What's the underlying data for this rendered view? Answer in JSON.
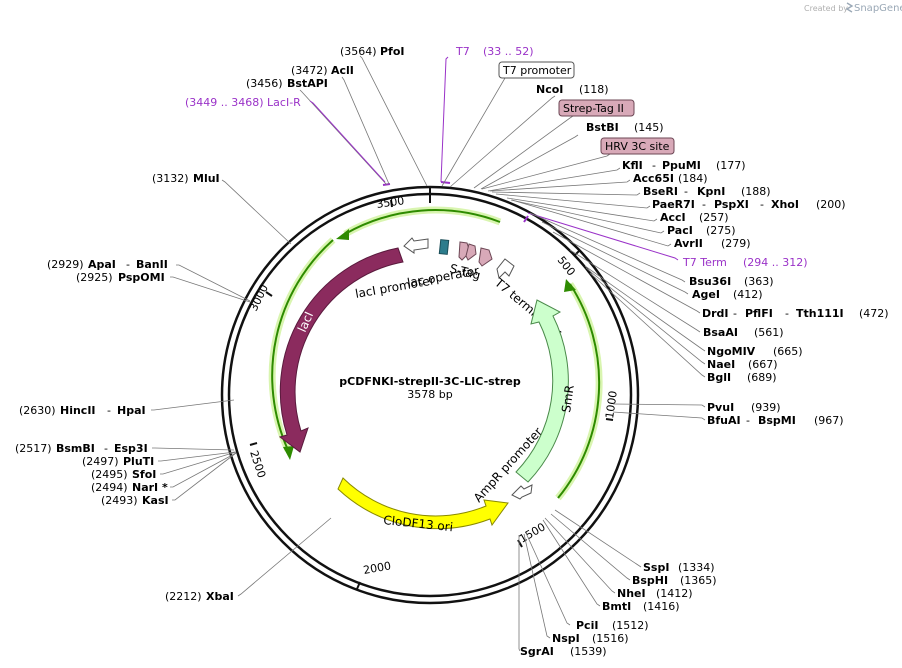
{
  "watermark": {
    "created_by": "Created by",
    "brand": "SnapGene"
  },
  "plasmid": {
    "name": "pCDFNKI-strepII-3C-LIC-strep",
    "size": "3578 bp"
  },
  "ticks": [
    "500",
    "1000",
    "1500",
    "2000",
    "2500",
    "3000",
    "3500"
  ],
  "features": {
    "laci": "lacI",
    "laci_promoter": "lacI promoter",
    "lac_operator": "lac operator",
    "s_tag": "S-Tag",
    "t7_terminator": "T7 terminator",
    "smr": "SmR",
    "ampr_promoter": "AmpR promoter",
    "cdf_ori": "CloDF13 ori"
  },
  "boxed": {
    "t7_promoter": "T7 promoter",
    "strep_tag": "Strep-Tag II",
    "hrv": "HRV 3C site"
  },
  "purple": {
    "t7_name": "T7",
    "t7_pos": "(33 .. 52)",
    "laci_r": "(3449 .. 3468)  LacI-R",
    "t7term_name": "T7 Term",
    "t7term_pos": "(294 .. 312)"
  },
  "sites": {
    "pfoi": {
      "pos": "(3564)",
      "name": "PfoI"
    },
    "acli": {
      "pos": "(3472)",
      "name": "AclI"
    },
    "bstapi": {
      "pos": "(3456)",
      "name": "BstAPI"
    },
    "ncoi": {
      "name": "NcoI",
      "pos": "(118)"
    },
    "bstbi": {
      "name": "BstBI",
      "pos": "(145)"
    },
    "kfli": {
      "name": "KflI",
      "sep": "-",
      "name2": "PpuMI",
      "pos": "(177)"
    },
    "acc65i": {
      "name": "Acc65I",
      "pos": "(184)"
    },
    "bseri": {
      "name": "BseRI",
      "sep": "-",
      "name2": "KpnI",
      "pos": "(188)"
    },
    "paer7i": {
      "name": "PaeR7I",
      "sep": "-",
      "name2": "PspXI",
      "sep2": "-",
      "name3": "XhoI",
      "pos": "(200)"
    },
    "acci": {
      "name": "AccI",
      "pos": "(257)"
    },
    "paci": {
      "name": "PacI",
      "pos": "(275)"
    },
    "avrii": {
      "name": "AvrII",
      "pos": "(279)"
    },
    "bsu36i": {
      "name": "Bsu36I",
      "pos": "(363)"
    },
    "agei": {
      "name": "AgeI",
      "pos": "(412)"
    },
    "drdi": {
      "name": "DrdI",
      "sep": "-",
      "name2": "PflFI",
      "sep2": "-",
      "name3": "Tth111I",
      "pos": "(472)"
    },
    "bsaai": {
      "name": "BsaAI",
      "pos": "(561)"
    },
    "ngomiv": {
      "name": "NgoMIV",
      "pos": "(665)"
    },
    "naei": {
      "name": "NaeI",
      "pos": "(667)"
    },
    "bgli": {
      "name": "BglI",
      "pos": "(689)"
    },
    "pvui": {
      "name": "PvuI",
      "pos": "(939)"
    },
    "bfuai": {
      "name": "BfuAI",
      "sep": "-",
      "name2": "BspMI",
      "pos": "(967)"
    },
    "sspi": {
      "name": "SspI",
      "pos": "(1334)"
    },
    "bsphi": {
      "name": "BspHI",
      "pos": "(1365)"
    },
    "nhei": {
      "name": "NheI",
      "pos": "(1412)"
    },
    "bmti": {
      "name": "BmtI",
      "pos": "(1416)"
    },
    "pcii": {
      "name": "PciI",
      "pos": "(1512)"
    },
    "nspi": {
      "name": "NspI",
      "pos": "(1516)"
    },
    "sgrai": {
      "name": "SgrAI",
      "pos": "(1539)"
    },
    "xbai": {
      "pos": "(2212)",
      "name": "XbaI"
    },
    "hincii": {
      "pos": "(2630)",
      "name": "HincII",
      "sep": "-",
      "name2": "HpaI"
    },
    "bsmbi": {
      "pos": "(2517)",
      "name": "BsmBI",
      "sep": "-",
      "name2": "Esp3I"
    },
    "pluti": {
      "pos": "(2497)",
      "name": "PluTI"
    },
    "sfoi": {
      "pos": "(2495)",
      "name": "SfoI"
    },
    "nari": {
      "pos": "(2494)",
      "name": "NarI *"
    },
    "kasi": {
      "pos": "(2493)",
      "name": "KasI"
    },
    "apai": {
      "pos": "(2929)",
      "name": "ApaI",
      "sep": "-",
      "name2": "BanII"
    },
    "pspomi": {
      "pos": "(2925)",
      "name": "PspOMI"
    },
    "mlui": {
      "pos": "(3132)",
      "name": "MluI"
    }
  },
  "colors": {
    "laci": "#8b2b5e",
    "smr": "#ccffcc",
    "ori": "#ffff00",
    "green_arrow": "#2e8b00",
    "purple": "#9a32c8",
    "tag_fill": "#d8a9b8",
    "operator": "#2c7c8c"
  }
}
